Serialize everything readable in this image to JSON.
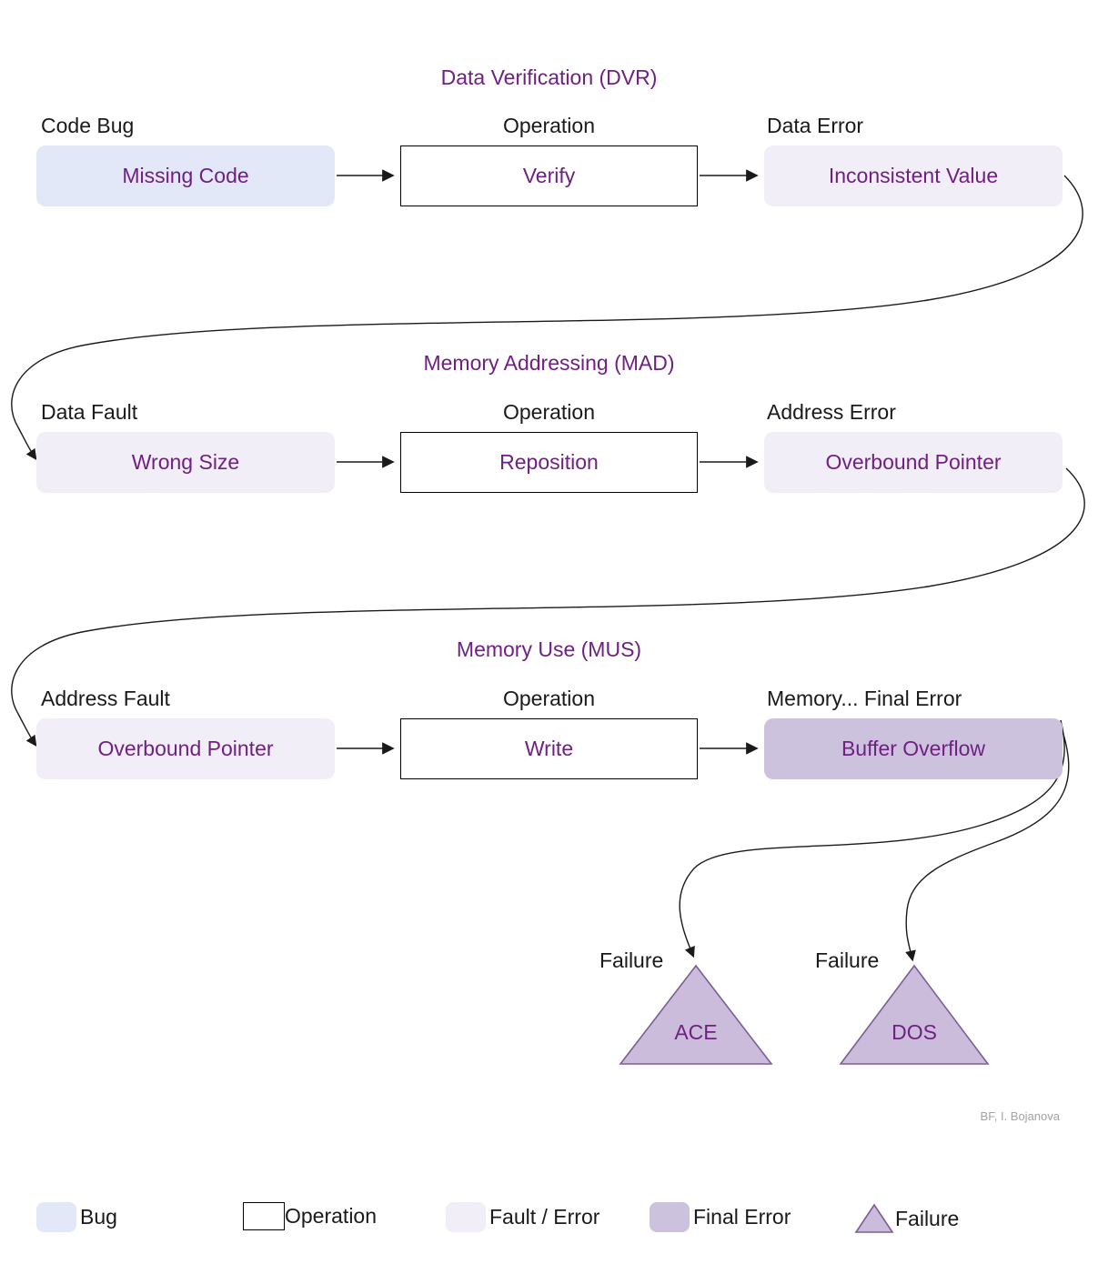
{
  "colors": {
    "accent_purple": "#702082",
    "bug_fill": "#e3e8f8",
    "fault_fill": "#f2eef7",
    "final_fill": "#cdc2de",
    "triangle_fill": "#cbbcdc",
    "triangle_stroke": "#7b5e94",
    "arrow": "#1a1a1a"
  },
  "rows": [
    {
      "title": "Data Verification (DVR)",
      "cause_label": "Code Bug",
      "cause_value": "Missing Code",
      "operation_label": "Operation",
      "operation_value": "Verify",
      "result_label": "Data Error",
      "result_value": "Inconsistent Value"
    },
    {
      "title": "Memory Addressing (MAD)",
      "cause_label": "Data Fault",
      "cause_value": "Wrong Size",
      "operation_label": "Operation",
      "operation_value": "Reposition",
      "result_label": "Address Error",
      "result_value": "Overbound Pointer"
    },
    {
      "title": "Memory Use (MUS)",
      "cause_label": "Address Fault",
      "cause_value": "Overbound Pointer",
      "operation_label": "Operation",
      "operation_value": "Write",
      "result_label": "Memory... Final Error",
      "result_value": "Buffer Overflow"
    }
  ],
  "failures": [
    {
      "label": "Failure",
      "value": "ACE"
    },
    {
      "label": "Failure",
      "value": "DOS"
    }
  ],
  "credit": "BF, I. Bojanova",
  "legend": [
    {
      "label": "Bug"
    },
    {
      "label": "Operation"
    },
    {
      "label": "Fault / Error"
    },
    {
      "label": "Final Error"
    },
    {
      "label": "Failure"
    }
  ]
}
